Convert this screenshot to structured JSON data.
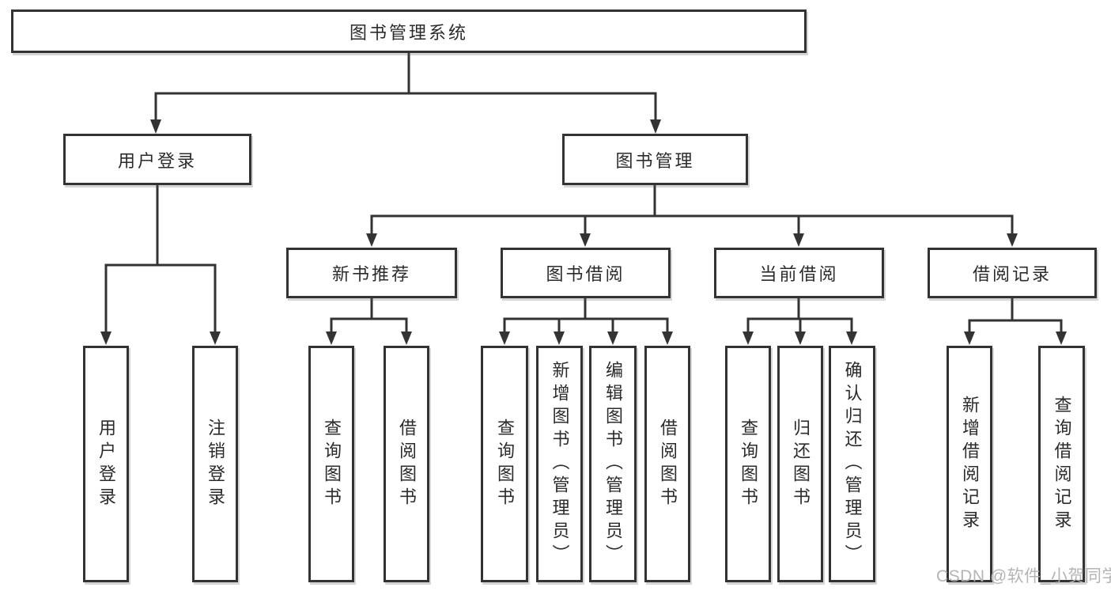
{
  "diagram": {
    "root": {
      "label": "图书管理系统"
    },
    "level2": [
      {
        "label": "用户登录"
      },
      {
        "label": "图书管理"
      }
    ],
    "level3": [
      {
        "label": "新书推荐",
        "parent": "图书管理"
      },
      {
        "label": "图书借阅",
        "parent": "图书管理"
      },
      {
        "label": "当前借阅",
        "parent": "图书管理"
      },
      {
        "label": "借阅记录",
        "parent": "图书管理"
      }
    ],
    "leaves": [
      {
        "label": "用户登录",
        "parent": "用户登录"
      },
      {
        "label": "注销登录",
        "parent": "用户登录"
      },
      {
        "label": "查询图书",
        "parent": "新书推荐"
      },
      {
        "label": "借阅图书",
        "parent": "新书推荐"
      },
      {
        "label": "查询图书",
        "parent": "图书借阅"
      },
      {
        "label": "新增图书（管理员）",
        "parent": "图书借阅"
      },
      {
        "label": "编辑图书（管理员）",
        "parent": "图书借阅"
      },
      {
        "label": "借阅图书",
        "parent": "图书借阅"
      },
      {
        "label": "查询图书",
        "parent": "当前借阅"
      },
      {
        "label": "归还图书",
        "parent": "当前借阅"
      },
      {
        "label": "确认归还（管理员）",
        "parent": "当前借阅"
      },
      {
        "label": "新增借阅记录",
        "parent": "借阅记录"
      },
      {
        "label": "查询借阅记录",
        "parent": "借阅记录"
      }
    ]
  },
  "watermark": {
    "text": "CSDN @软件_小贺同学"
  },
  "colors": {
    "background": "#ffffff",
    "line": "#333333",
    "text": "#2b2b2b",
    "watermark": "#b0b0b0"
  }
}
